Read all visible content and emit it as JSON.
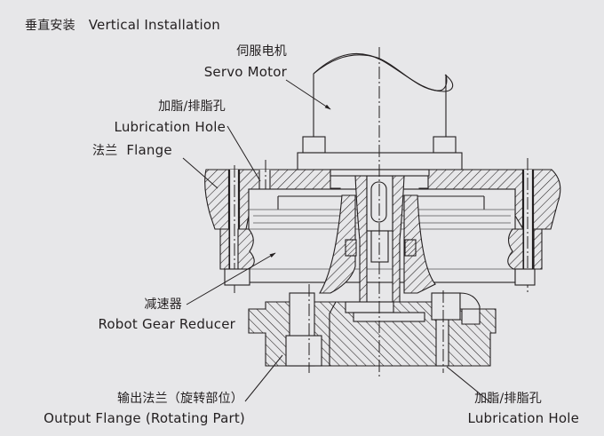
{
  "title": {
    "zh": "垂直安装",
    "en": "Vertical Installation"
  },
  "labels": {
    "servo_motor": {
      "zh": "伺服电机",
      "en": "Servo Motor"
    },
    "lubrication_hole_top": {
      "zh": "加脂/排脂孔",
      "en": "Lubrication Hole"
    },
    "flange": {
      "zh": "法兰",
      "en": "Flange"
    },
    "gear_reducer": {
      "zh": "减速器",
      "en": "Robot Gear Reducer"
    },
    "output_flange": {
      "zh": "输出法兰（旋转部位）",
      "en": "Output Flange (Rotating Part)"
    },
    "lubrication_hole_bottom": {
      "zh": "加脂/排脂孔",
      "en": "Lubrication Hole"
    }
  },
  "colors": {
    "background": "#e7e7e9",
    "line": "#231f20"
  }
}
